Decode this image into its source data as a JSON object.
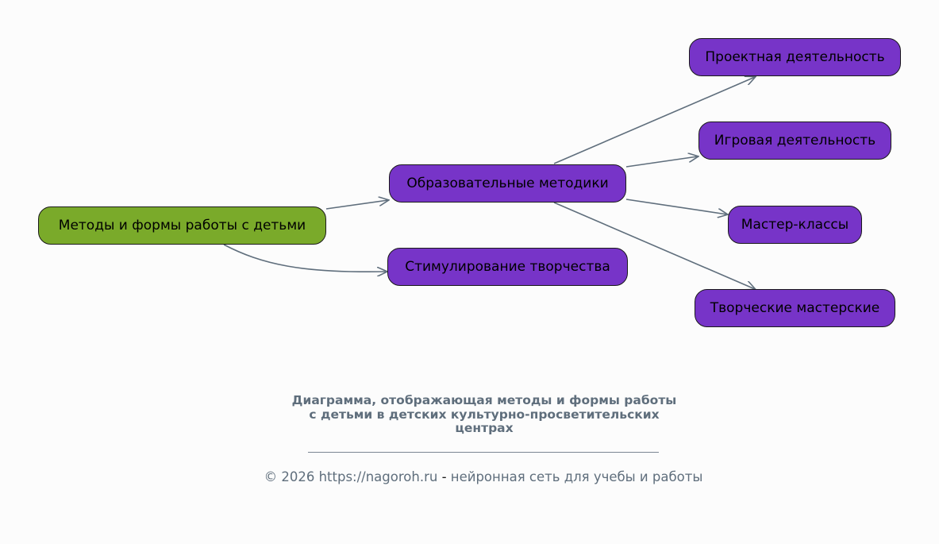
{
  "diagram": {
    "root": "Методы и формы работы с детьми",
    "branch_methods": "Образовательные методики",
    "branch_creativity": "Стимулирование творчества",
    "leaf_projects": "Проектная деятельность",
    "leaf_games": "Игровая деятельность",
    "leaf_masterclasses": "Мастер-классы",
    "leaf_workshops": "Творческие мастерские"
  },
  "caption": {
    "line1": "Диаграмма, отображающая методы и формы работы",
    "line2": "с детьми в детских культурно-просветительских",
    "line3": "центрах"
  },
  "footer": {
    "copyright": "© 2026 https://nagoroh.ru",
    "separator": "-",
    "tagline": "нейронная сеть для учебы и работы"
  },
  "colors": {
    "root_fill": "#7aaa2a",
    "node_fill": "#7734c8",
    "edge": "#5f6e7c"
  }
}
